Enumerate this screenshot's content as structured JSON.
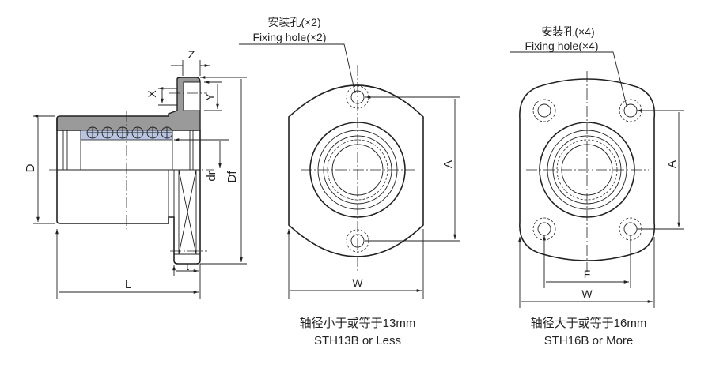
{
  "side_view": {
    "labels": {
      "Z": "Z",
      "X": "X",
      "Y": "Y",
      "D": "D",
      "dr": "dr",
      "Df": "Df",
      "t": "t",
      "L": "L"
    }
  },
  "front_view_2hole": {
    "callout_cn": "安装孔(×2)",
    "callout_en": "Fixing hole(×2)",
    "dim_A": "A",
    "dim_W": "W",
    "caption_cn": "轴径小于或等于13mm",
    "caption_en": "STH13B or Less"
  },
  "front_view_4hole": {
    "callout_cn": "安装孔(×4)",
    "callout_en": "Fixing hole(×4)",
    "dim_A": "A",
    "dim_F": "F",
    "dim_W": "W",
    "caption_cn": "轴径大于或等于16mm",
    "caption_en": "STH16B or More"
  },
  "colors": {
    "housing": "#9a9a9a",
    "retainer": "#b8c4e0",
    "line": "#222222"
  }
}
